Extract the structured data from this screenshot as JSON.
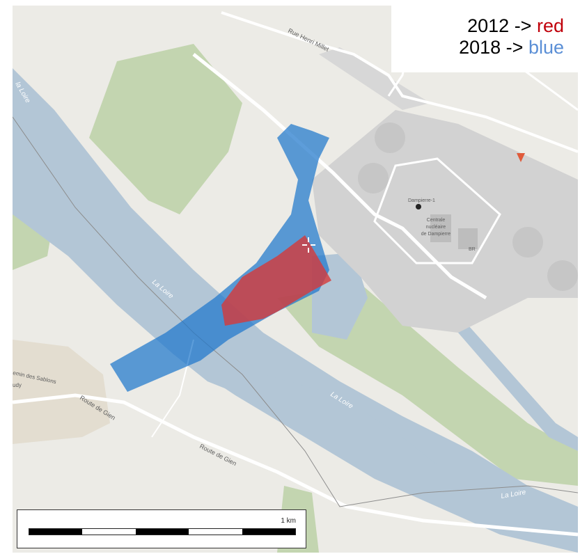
{
  "legend": {
    "line1_year": "2012",
    "line1_arrow": "->",
    "line1_color_word": "red",
    "line2_year": "2018",
    "line2_arrow": "->",
    "line2_color_word": "blue",
    "red_hex": "#c0000a",
    "blue_hex": "#5b8fd6"
  },
  "scalebar": {
    "label": "1 km",
    "segments": [
      "black",
      "white",
      "black",
      "white",
      "black"
    ]
  },
  "map_labels": {
    "road_henri_millet": "Rue Henri Millet",
    "road_gien_1": "Route de Gien",
    "road_gien_2": "Route de Gien",
    "chemin_sablons": "emin des Sablons",
    "udy": "udy",
    "loire_1": "La Loire",
    "loire_2": "La Loire",
    "loire_3": "La Loire",
    "loire_4": "la Loire",
    "dampierre_1": "Dampierre-1",
    "centrale_1": "Centrale",
    "centrale_2": "nucléaire",
    "centrale_3": "de Dampierre",
    "br": "BR"
  },
  "colors": {
    "land": "#ecebe6",
    "water": "#b3c6d6",
    "forest": "#c3d5b0",
    "road": "#ffffff",
    "industrial": "#d2d2d2",
    "plume_2012": "#d63a3a",
    "plume_2018": "#1f77cc"
  },
  "icons": {
    "crosshair": "crosshair-icon",
    "site_marker": "site-dot-icon",
    "triangle": "triangle-marker-icon"
  }
}
